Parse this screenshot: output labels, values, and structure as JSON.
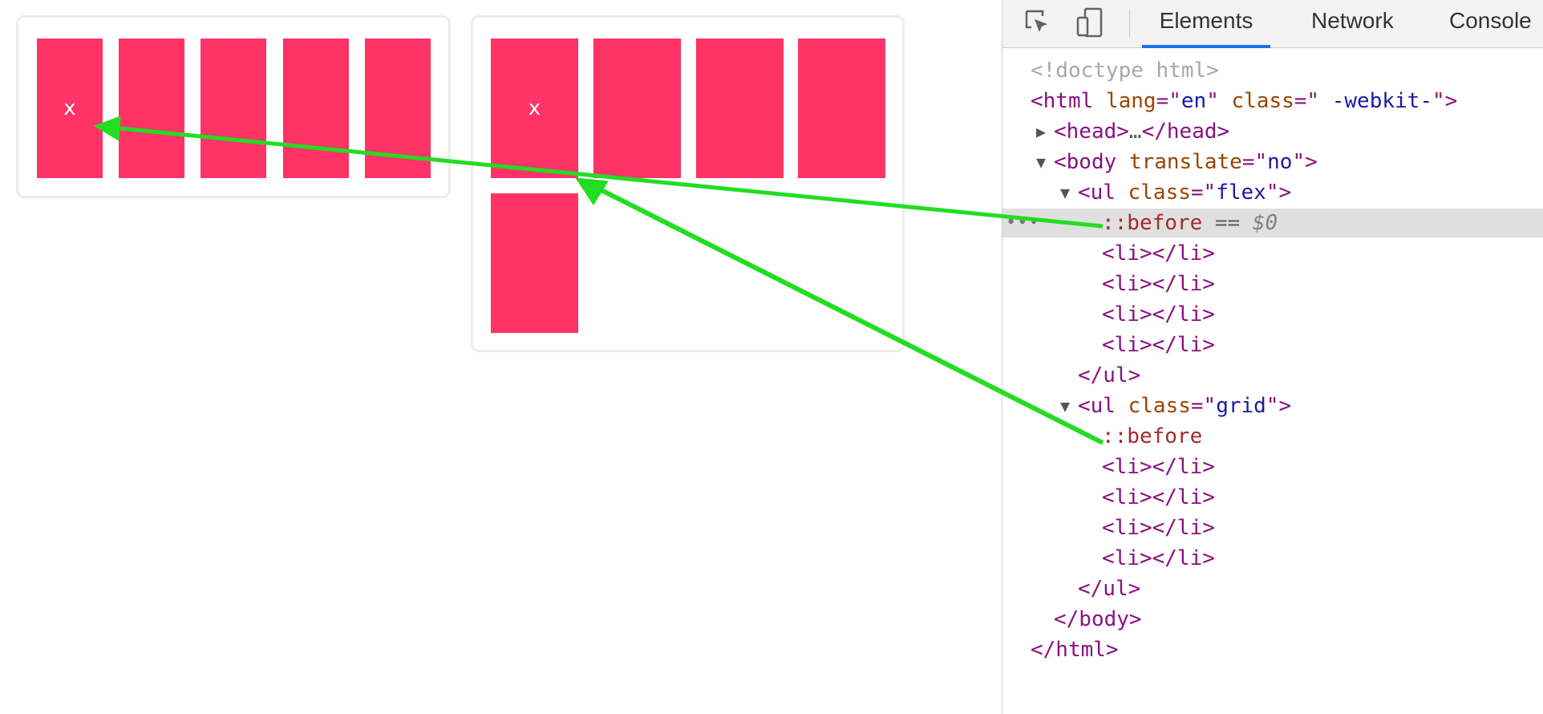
{
  "demo": {
    "flex_items": [
      {
        "label": "x"
      },
      {
        "label": ""
      },
      {
        "label": ""
      },
      {
        "label": ""
      },
      {
        "label": ""
      }
    ],
    "grid_items": [
      {
        "label": "x"
      },
      {
        "label": ""
      },
      {
        "label": ""
      },
      {
        "label": ""
      },
      {
        "label": ""
      }
    ],
    "tile_color": "#ff3366",
    "arrow_color": "#22dd22"
  },
  "devtools": {
    "toolbar": {
      "inspect_icon": "cursor-select-icon",
      "device_icon": "device-toolbar-icon"
    },
    "tabs": [
      {
        "label": "Elements",
        "active": true
      },
      {
        "label": "Network",
        "active": false
      },
      {
        "label": "Console",
        "active": false
      }
    ],
    "dom": {
      "doctype": "<!doctype html>",
      "html_open": {
        "tag": "html",
        "attr1": "lang",
        "val1": "en",
        "attr2": "class",
        "val2": " -webkit-"
      },
      "head": {
        "open": "<head>",
        "ellipsis": "…",
        "close": "</head>"
      },
      "body_open": {
        "tag": "body",
        "attr": "translate",
        "val": "no"
      },
      "ul_flex": {
        "tag": "ul",
        "attr": "class",
        "val": "flex"
      },
      "before_selected": {
        "pseudo": "::before",
        "eq": " == ",
        "var": "$0"
      },
      "li": "<li></li>",
      "ul_close": "</ul>",
      "ul_grid": {
        "tag": "ul",
        "attr": "class",
        "val": "grid"
      },
      "before_grid": "::before",
      "body_close": "</body>",
      "html_close": "</html>",
      "row_ellipsis": "•••"
    }
  }
}
